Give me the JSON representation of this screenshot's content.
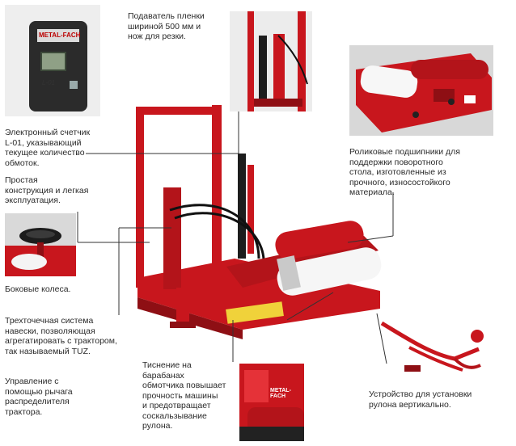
{
  "captions": {
    "counter": "Электронный счетчик\nL-01, указывающий\nтекущее количество\nобмоток.",
    "simple": "Простая\nконструкция и легкая\nэксплуатация.",
    "wheels": "Боковые колеса.",
    "hitch": "Трехточечная система\nнавески, позволяющая\nагрегатировать с трактором,\nтак называемый TUZ.",
    "control": "Управление с\nпомощью рычага\nраспределителя\nтрактора.",
    "film": "Подаватель пленки\nшириной 500 мм и\nнож для резки.",
    "bearings": "Роликовые подшипники для\nподдержки поворотного\nстола, изготовленные из\nпрочного, износостойкого\nматериала.",
    "embossing": "Тиснение на\nбарабанах\nобмотчика повышает\nпрочность машины\nи предотвращает\nсоскальзывание\nрулона.",
    "upright": "Устройство для установки\nрулона вертикально."
  },
  "counter_device": {
    "brand": "METAL-FACH",
    "model": "L-01"
  },
  "machine": {
    "plate_text": "METAL-FACH"
  },
  "colors": {
    "red": "#c8161d",
    "dark_red": "#8e0f14",
    "line": "#333333"
  }
}
